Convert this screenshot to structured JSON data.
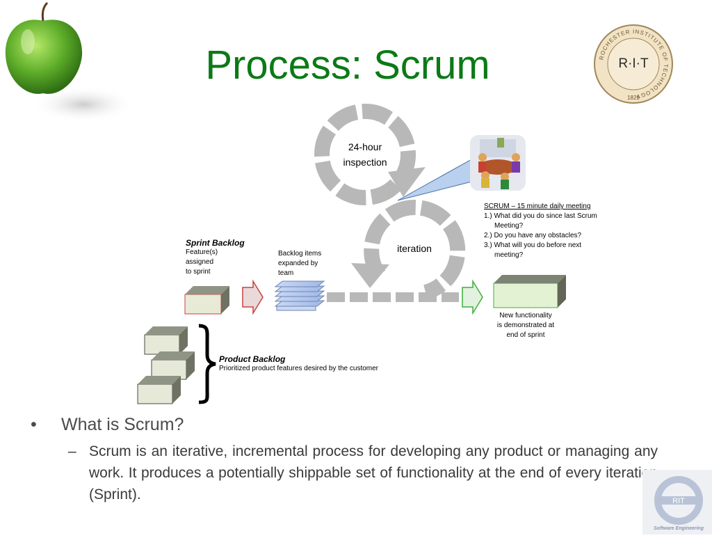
{
  "slide": {
    "title": "Process: Scrum"
  },
  "logos": {
    "rit_seal_text": "R·I·T",
    "rit_seal_ring": "ROCHESTER INSTITUTE OF TECHNOLOGY",
    "rit_seal_year": "1829",
    "se_logo_text": "RIT",
    "se_logo_caption": "Software Engineering"
  },
  "diagram": {
    "inspection_label_line1": "24-hour",
    "inspection_label_line2": "inspection",
    "iteration_label": "iteration",
    "scrum_meeting": {
      "heading": "SCRUM – 15 minute daily meeting",
      "q1_line1": "1.) What did you do since last Scrum",
      "q1_line2": "Meeting?",
      "q2": "2.) Do you have any obstacles?",
      "q3_line1": "3.) What will you do before next",
      "q3_line2": "meeting?"
    },
    "sprint_backlog": {
      "title": "Sprint Backlog",
      "line1": "Feature(s)",
      "line2": "assigned",
      "line3": "to sprint"
    },
    "backlog_items": {
      "line1": "Backlog items",
      "line2": "expanded by",
      "line3": "team"
    },
    "new_functionality": {
      "line1": "New functionality",
      "line2": "is demonstrated at",
      "line3": "end of sprint"
    },
    "product_backlog": {
      "title": "Product Backlog",
      "description": "Prioritized product features desired by the customer"
    }
  },
  "bullets": {
    "main": "What is Scrum?",
    "sub": "Scrum is an iterative, incremental process for developing any product or managing any work. It produces a potentially shippable set of functionality at the end of every iteration (Sprint)."
  },
  "colors": {
    "title_green": "#0b7a16",
    "loop_gray": "#b8b8b8",
    "box_face": "#e6e8d8",
    "box_side": "#7d8272",
    "green_box_face": "#dff0c8",
    "arrow_red": "#c84040",
    "arrow_green": "#3cae3c",
    "stack_blue": "#b8cdf0"
  }
}
